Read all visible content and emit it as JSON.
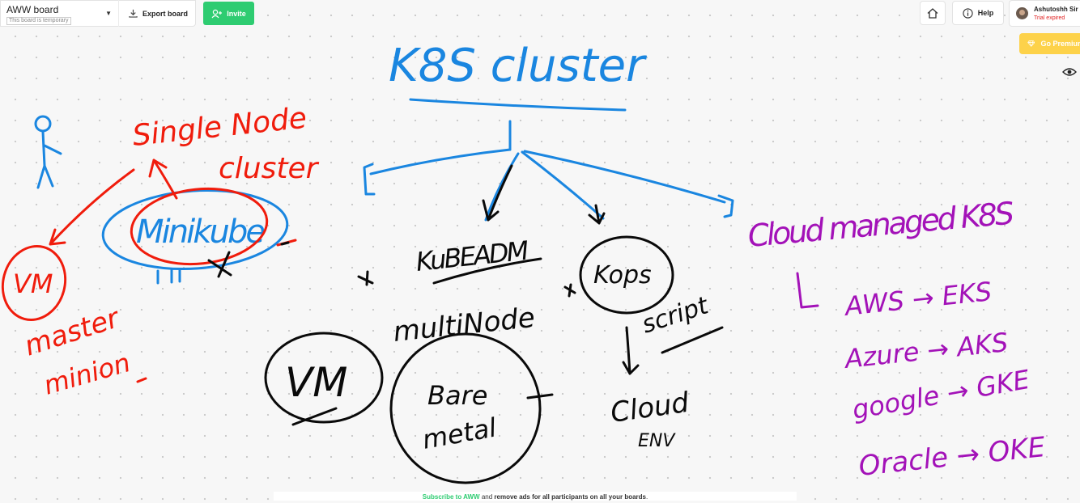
{
  "toolbar": {
    "board_name": "AWW board",
    "board_note": "This board is temporary",
    "export_label": "Export board",
    "invite_label": "Invite",
    "help_label": "Help",
    "user_name": "Ashutoshh Sir",
    "user_status": "Trial expired",
    "premium_label": "Go Premium",
    "icons": {
      "caret": "chevron-down-icon",
      "export": "download-icon",
      "invite": "add-user-icon",
      "home": "home-icon",
      "help": "info-icon",
      "premium": "diamond-icon",
      "visibility": "eye-icon"
    }
  },
  "whiteboard": {
    "title": "K8S cluster",
    "left_notes": {
      "heading_line1": "Single Node",
      "heading_line2": "cluster",
      "tool": "Minikube",
      "vm": "VM",
      "master": "master",
      "minion": "minion"
    },
    "middle_notes": {
      "tool1": "KuBEADM",
      "tool2": "Kops",
      "multinode": "multiNode",
      "vm": "VM",
      "bare_metal_line1": "Bare",
      "bare_metal_line2": "metal",
      "script": "script",
      "cloud_line1": "Cloud",
      "cloud_line2": "ENV"
    },
    "right_notes": {
      "heading": "Cloud managed K8S",
      "items": [
        "AWS → EKS",
        "Azure → AKS",
        "google → GKE",
        "Oracle → OKE"
      ]
    },
    "colors": {
      "blue": "#1a86e0",
      "red": "#f01c0c",
      "black": "#0a0a0a",
      "purple": "#a312b8",
      "accent_green": "#2ecc71",
      "premium_yellow": "#fdd24a"
    }
  },
  "footer": {
    "link": "Subscribe to AWW",
    "middle": " and ",
    "bold": "remove ads for all participants on all your boards",
    "end": "."
  }
}
